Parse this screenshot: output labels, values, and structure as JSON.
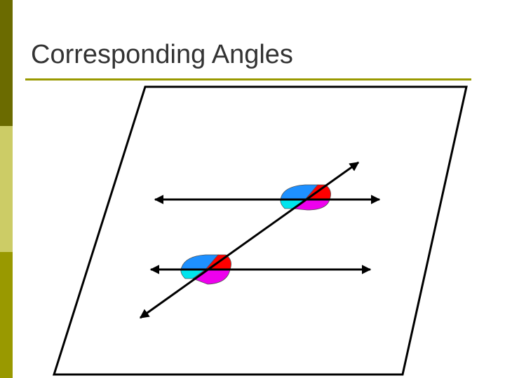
{
  "slide": {
    "title": "Corresponding Angles"
  },
  "colors": {
    "sidebar_top": "#6b6b00",
    "sidebar_middle": "#cccc66",
    "sidebar_bottom": "#999900",
    "title_text": "#333333",
    "title_rule": "#999900",
    "lines": "#000000",
    "angle_top_left": "#1e90ff",
    "angle_top_right": "#ff0000",
    "angle_bottom_left": "#00e5ee",
    "angle_bottom_right": "#ee00ee"
  },
  "diagram": {
    "shape": "plane-parallelogram",
    "parallel_lines": 2,
    "transversals": 1,
    "intersections": 2,
    "angle_groups_highlighted": 4
  }
}
